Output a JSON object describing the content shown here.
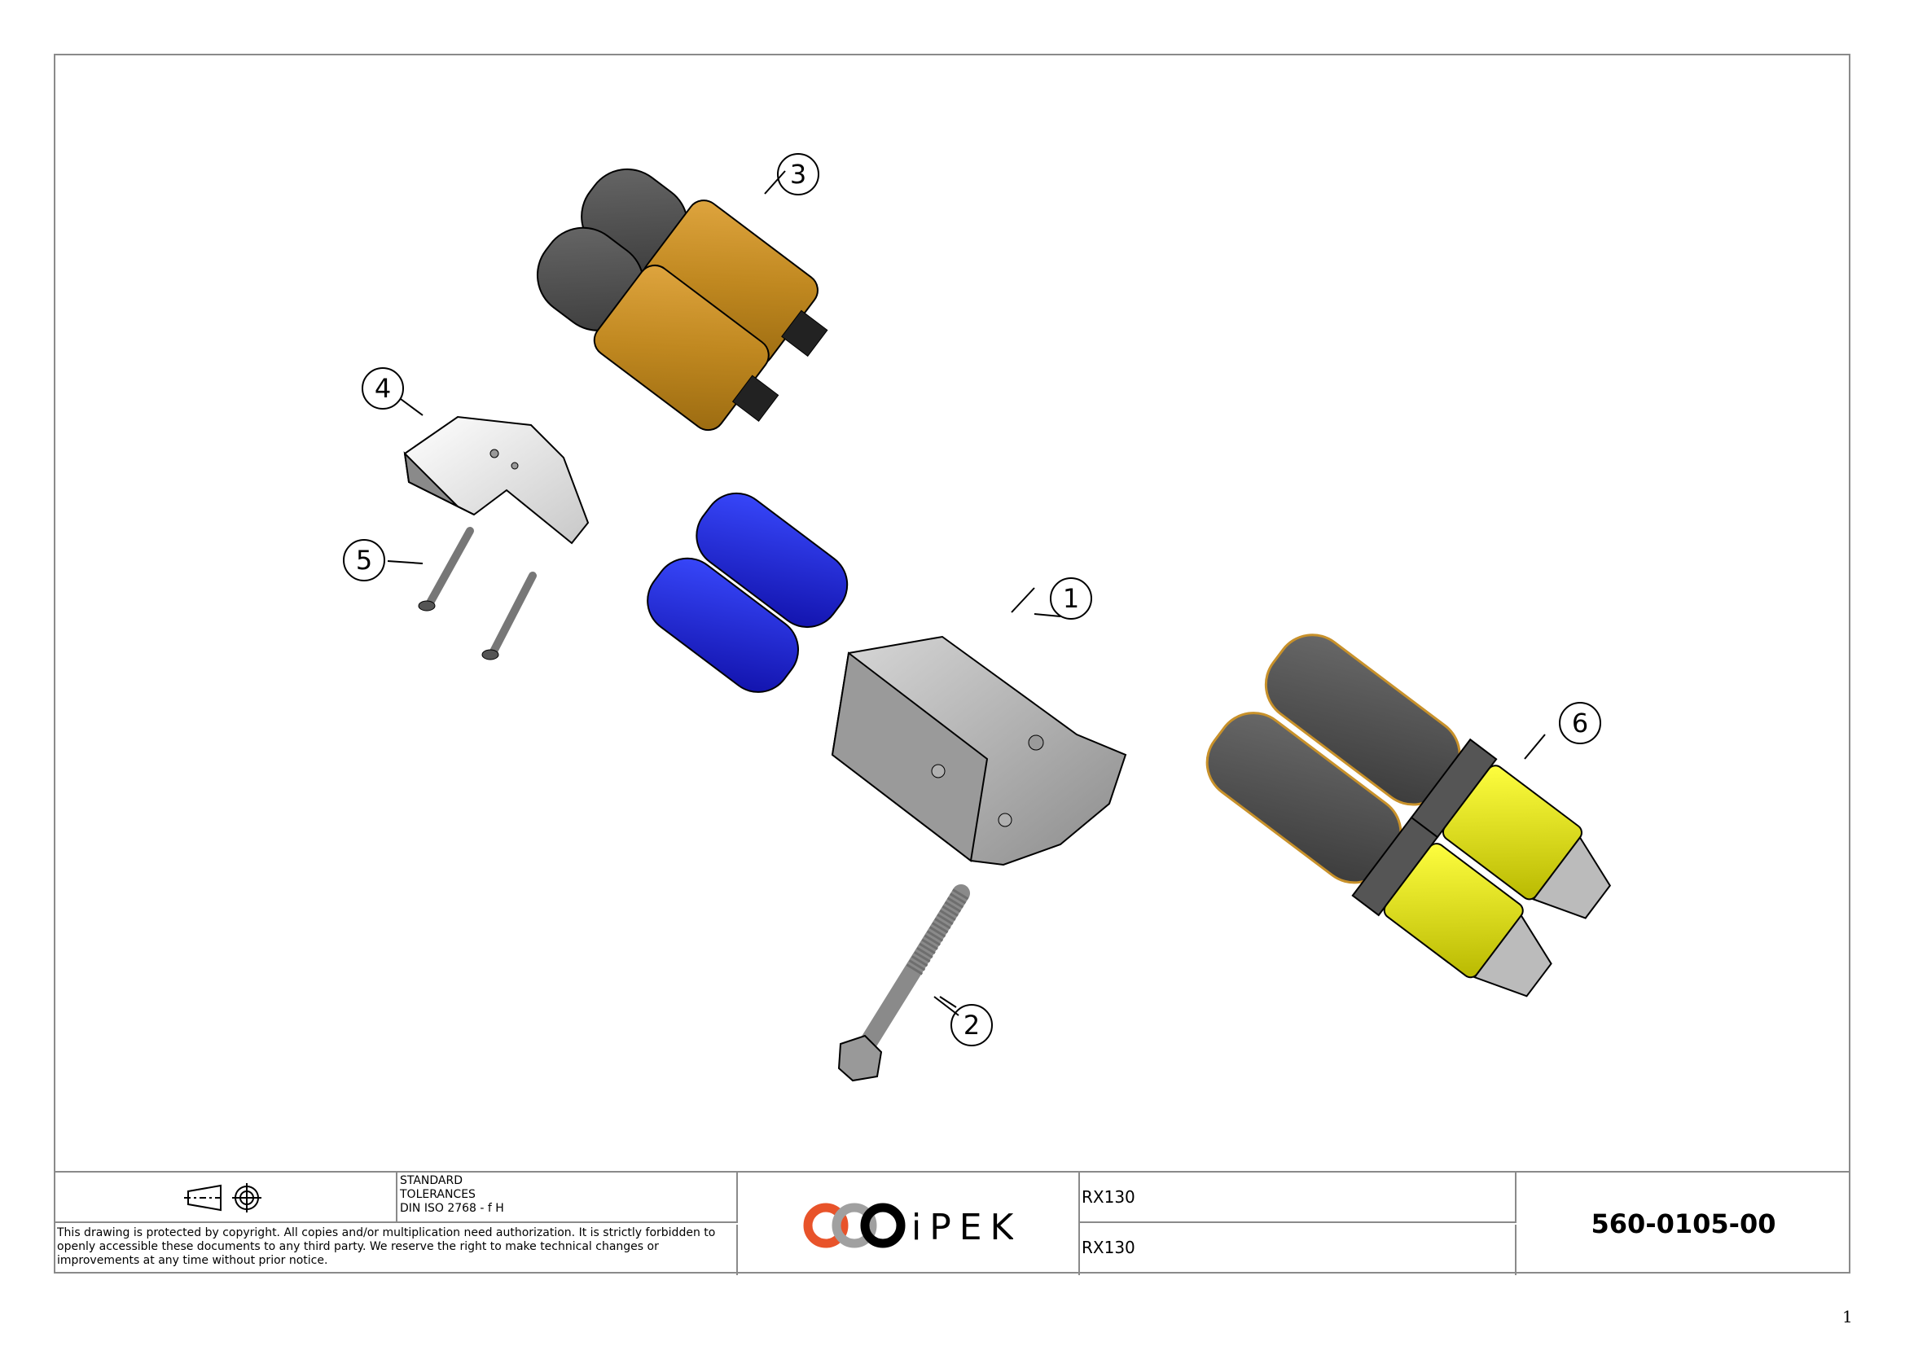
{
  "drawing": {
    "balloons": [
      {
        "number": "1",
        "part": "main-body-with-blue-motors"
      },
      {
        "number": "2",
        "part": "socket-head-cap-screw"
      },
      {
        "number": "3",
        "part": "gear-motor-pair-bronze-housing"
      },
      {
        "number": "4",
        "part": "white-clamp-bracket"
      },
      {
        "number": "5",
        "part": "countersunk-screws"
      },
      {
        "number": "6",
        "part": "yellow-cable-drum-assembly"
      }
    ],
    "colors": {
      "motor_dark": "#555555",
      "bronze": "#c8912a",
      "blue": "#1f2ee0",
      "yellow": "#e8e81a",
      "body_grey": "#b5b5b5",
      "white_part": "#f2f2f2"
    }
  },
  "title_block": {
    "projection_symbol": "first-angle-projection-icon",
    "standard_label": "STANDARD",
    "tolerances_label": "TOLERANCES",
    "tolerance_standard": "DIN ISO 2768 - f H",
    "copyright_notice": "This drawing is protected by copyright. All copies and/or multiplication need authorization. It is strictly forbidden to openly accessible these documents to any third party. We reserve the right to make technical changes or improvements at any time without prior notice.",
    "logo_text": "iPEK",
    "logo_colors": {
      "ring1": "#e8532a",
      "ring2": "#a0a0a0",
      "ring3": "#000000"
    },
    "title_line_1": "RX130",
    "title_line_2": "RX130",
    "document_number": "560-0105-00"
  },
  "page_number": "1"
}
